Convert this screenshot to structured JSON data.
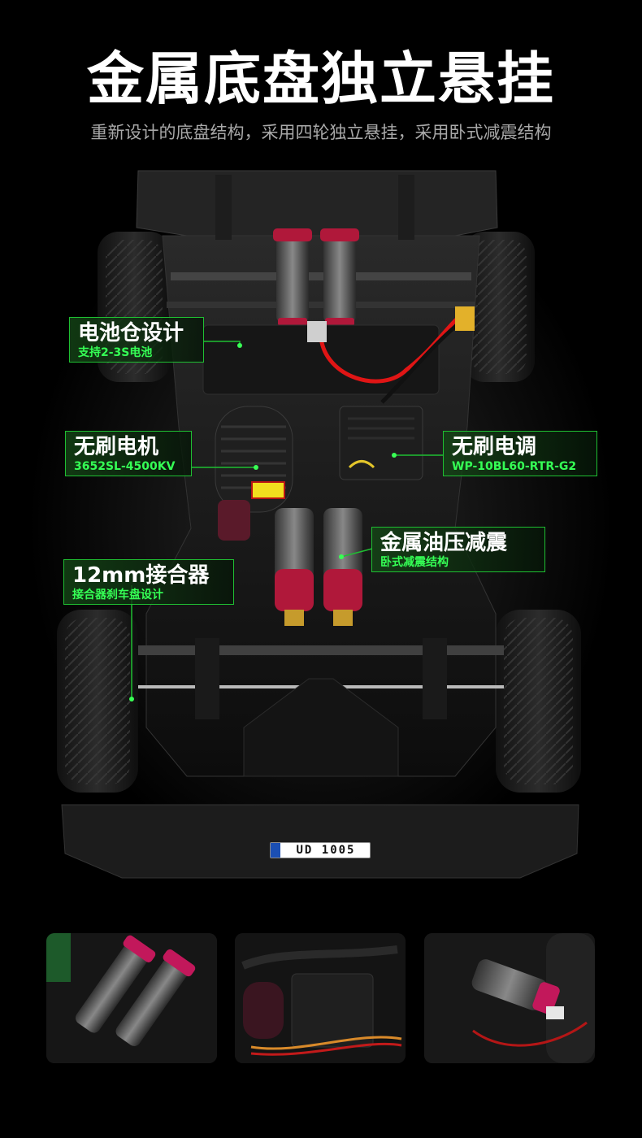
{
  "header": {
    "title": "金属底盘独立悬挂",
    "subtitle": "重新设计的底盘结构，采用四轮独立悬挂，采用卧式减震结构"
  },
  "callouts": {
    "battery": {
      "main": "电池仓设计",
      "sub": "支持2-3S电池"
    },
    "motor": {
      "main": "无刷电机",
      "sub": "3652SL-4500KV"
    },
    "esc": {
      "main": "无刷电调",
      "sub": "WP-10BL60-RTR-G2"
    },
    "shock": {
      "main": "金属油压减震",
      "sub": "卧式减震结构"
    },
    "connector": {
      "main": "12mm接合器",
      "sub": "接合器刹车盘设计"
    }
  },
  "plate": {
    "text": "UD 1005"
  },
  "colors": {
    "accent_green": "#1fbf32",
    "sub_text_green": "#35ff55",
    "shock_red": "#b0183a",
    "background": "#000000"
  },
  "thumbnails": [
    {
      "icon": "shock-absorber-closeup-photo"
    },
    {
      "icon": "esc-wiring-closeup-photo"
    },
    {
      "icon": "suspension-connector-closeup-photo"
    }
  ]
}
